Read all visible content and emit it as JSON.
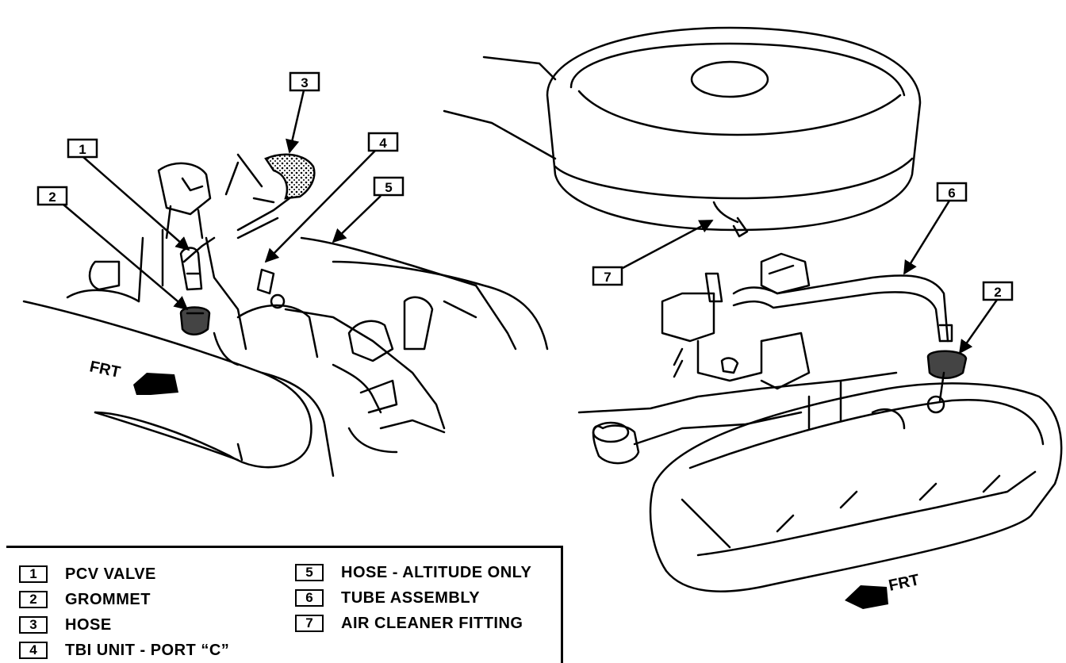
{
  "callouts": [
    {
      "num": "1",
      "label": "PCV VALVE"
    },
    {
      "num": "2",
      "label": "GROMMET"
    },
    {
      "num": "3",
      "label": "HOSE"
    },
    {
      "num": "4",
      "label": "TBI UNIT - PORT “C”"
    },
    {
      "num": "5",
      "label": "HOSE - ALTITUDE ONLY"
    },
    {
      "num": "6",
      "label": "TUBE ASSEMBLY"
    },
    {
      "num": "7",
      "label": "AIR CLEANER FITTING"
    }
  ],
  "direction_label": "FRT"
}
